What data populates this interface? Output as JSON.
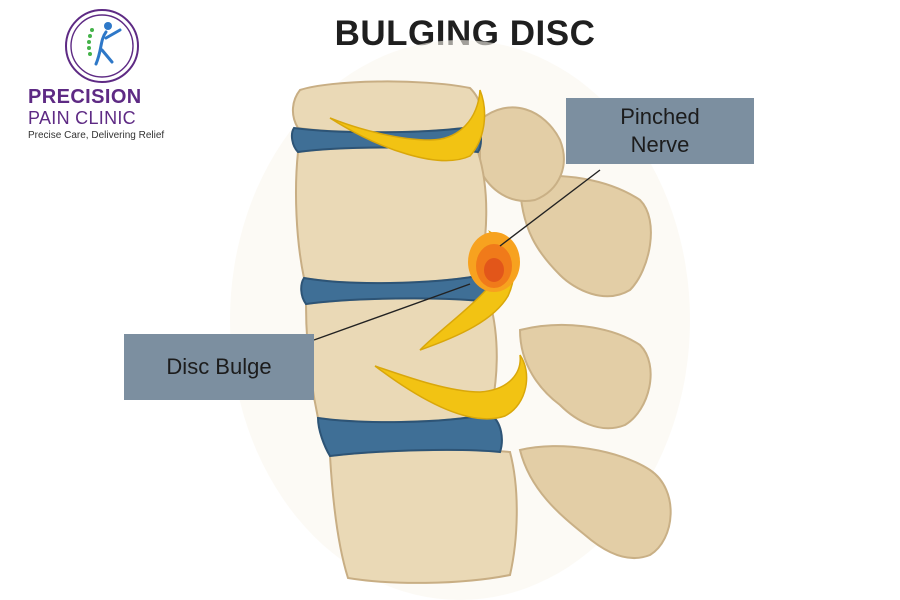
{
  "title": "BULGING DISC",
  "logo": {
    "line1": "PRECISION",
    "line2": "PAIN CLINIC",
    "tagline": "Precise Care, Delivering Relief",
    "color": "#5e2a84"
  },
  "labels": {
    "pinched_nerve": "Pinched\nNerve",
    "disc_bulge": "Disc Bulge"
  },
  "colors": {
    "bone": "#e7d6b2",
    "disc": "#3f6f96",
    "nerve": "#f2c313",
    "inflamed": "#f07a1a",
    "label_bg": "#7c8fa0"
  }
}
